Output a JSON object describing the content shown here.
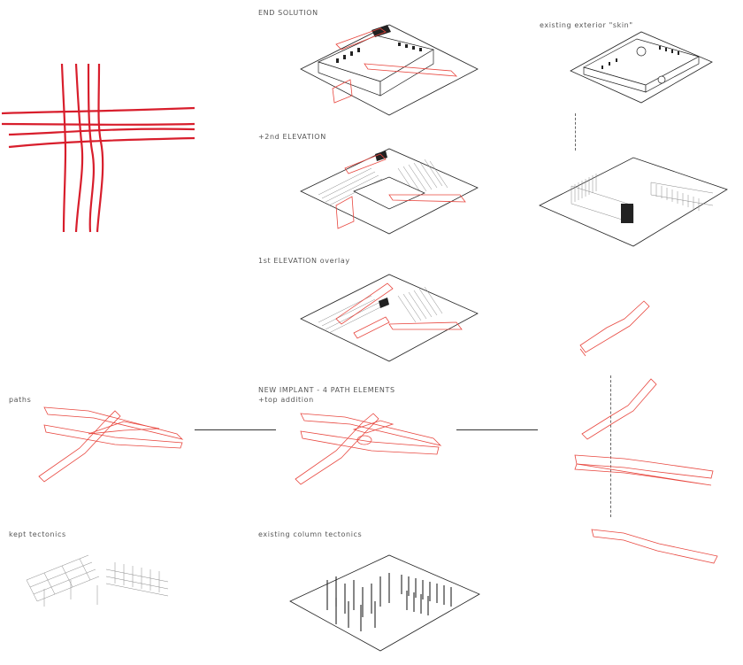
{
  "labels": {
    "end_solution": "END SOLUTION",
    "existing_skin": "existing exterior \"skin\"",
    "second_elevation": "+2nd ELEVATION",
    "first_elevation": "1st ELEVATION overlay",
    "new_implant": "NEW IMPLANT - 4 PATH ELEMENTS",
    "top_addition": "+top addition",
    "paths": "paths",
    "kept_tectonics": "kept tectonics",
    "existing_columns": "existing column tectonics"
  },
  "colors": {
    "path_red": "#e8473f",
    "sketch_red": "#d81e2c",
    "line_black": "#222222"
  }
}
